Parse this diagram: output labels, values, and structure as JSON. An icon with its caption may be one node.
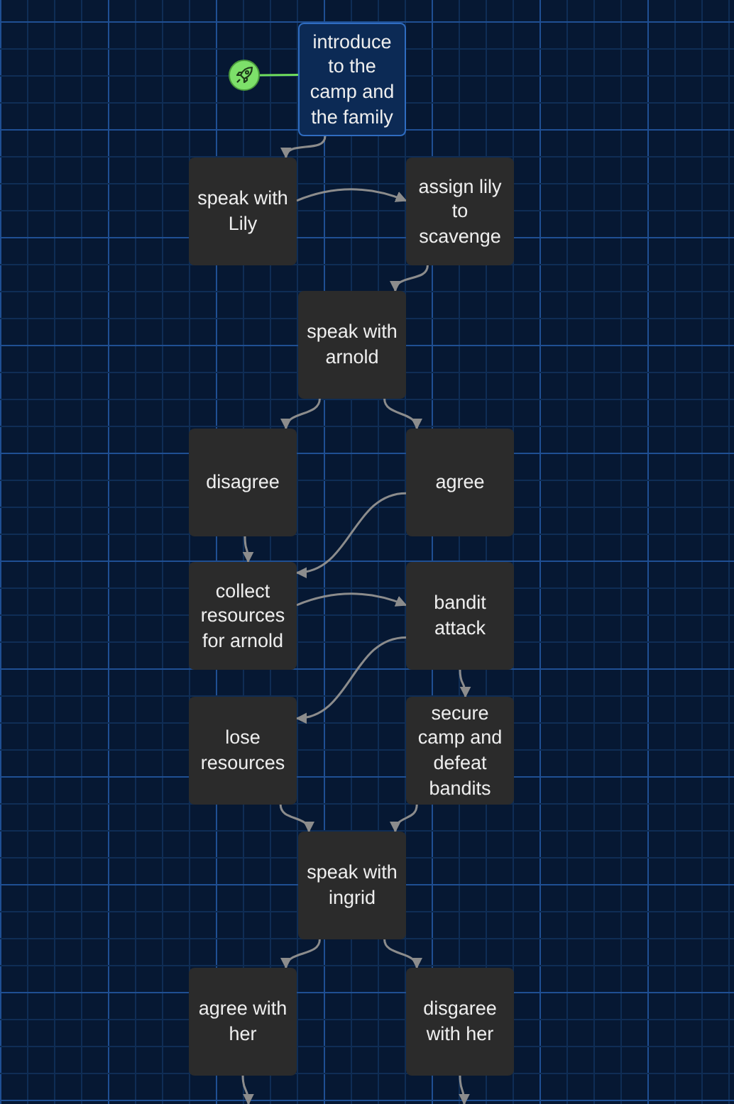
{
  "diagram": {
    "nodes": [
      {
        "text": [],
        "shape": "circle"
      },
      {
        "text": [
          "introduce to the camp and the family"
        ]
      },
      {
        "text": [
          "speak with Lily"
        ]
      },
      {
        "text": [
          "assign lily to scavenge"
        ]
      },
      {
        "text": [
          "speak with arnold"
        ]
      },
      {
        "text": [
          "disagree"
        ]
      },
      {
        "text": [
          "agree"
        ]
      },
      {
        "text": [
          "collect resources for arnold"
        ]
      },
      {
        "text": [
          "bandit attack"
        ]
      },
      {
        "text": [
          "lose resources"
        ]
      },
      {
        "text": [
          "secure camp and defeat bandits"
        ]
      },
      {
        "text": [
          "speak with ingrid"
        ]
      },
      {
        "text": [
          "agree with her"
        ]
      },
      {
        "text": [
          "disgaree with her"
        ]
      }
    ],
    "edges": [
      {
        "from": 0,
        "to": 1,
        "arrow": "none",
        "color": "#6fdc5c"
      },
      {
        "from": 1,
        "to": 2,
        "arrow": "to"
      },
      {
        "from": 2,
        "to": 3,
        "arrow": "to"
      },
      {
        "from": 3,
        "to": 4,
        "arrow": "to"
      },
      {
        "from": 4,
        "to": 5,
        "arrow": "to"
      },
      {
        "from": 4,
        "to": 6,
        "arrow": "to"
      },
      {
        "from": 5,
        "to": 7,
        "arrow": "to"
      },
      {
        "from": 6,
        "to": 7,
        "arrow": "to"
      },
      {
        "from": 7,
        "to": 8,
        "arrow": "to"
      },
      {
        "from": 8,
        "to": 9,
        "arrow": "to"
      },
      {
        "from": 8,
        "to": 10,
        "arrow": "to"
      },
      {
        "from": 9,
        "to": 11,
        "arrow": "to"
      },
      {
        "from": 10,
        "to": 11,
        "arrow": "to"
      },
      {
        "from": 11,
        "to": 12,
        "arrow": "to"
      },
      {
        "from": 11,
        "to": 13,
        "arrow": "to"
      },
      {
        "from": 12,
        "to": null,
        "arrow": "to"
      },
      {
        "from": 13,
        "to": null,
        "arrow": "to"
      }
    ]
  }
}
